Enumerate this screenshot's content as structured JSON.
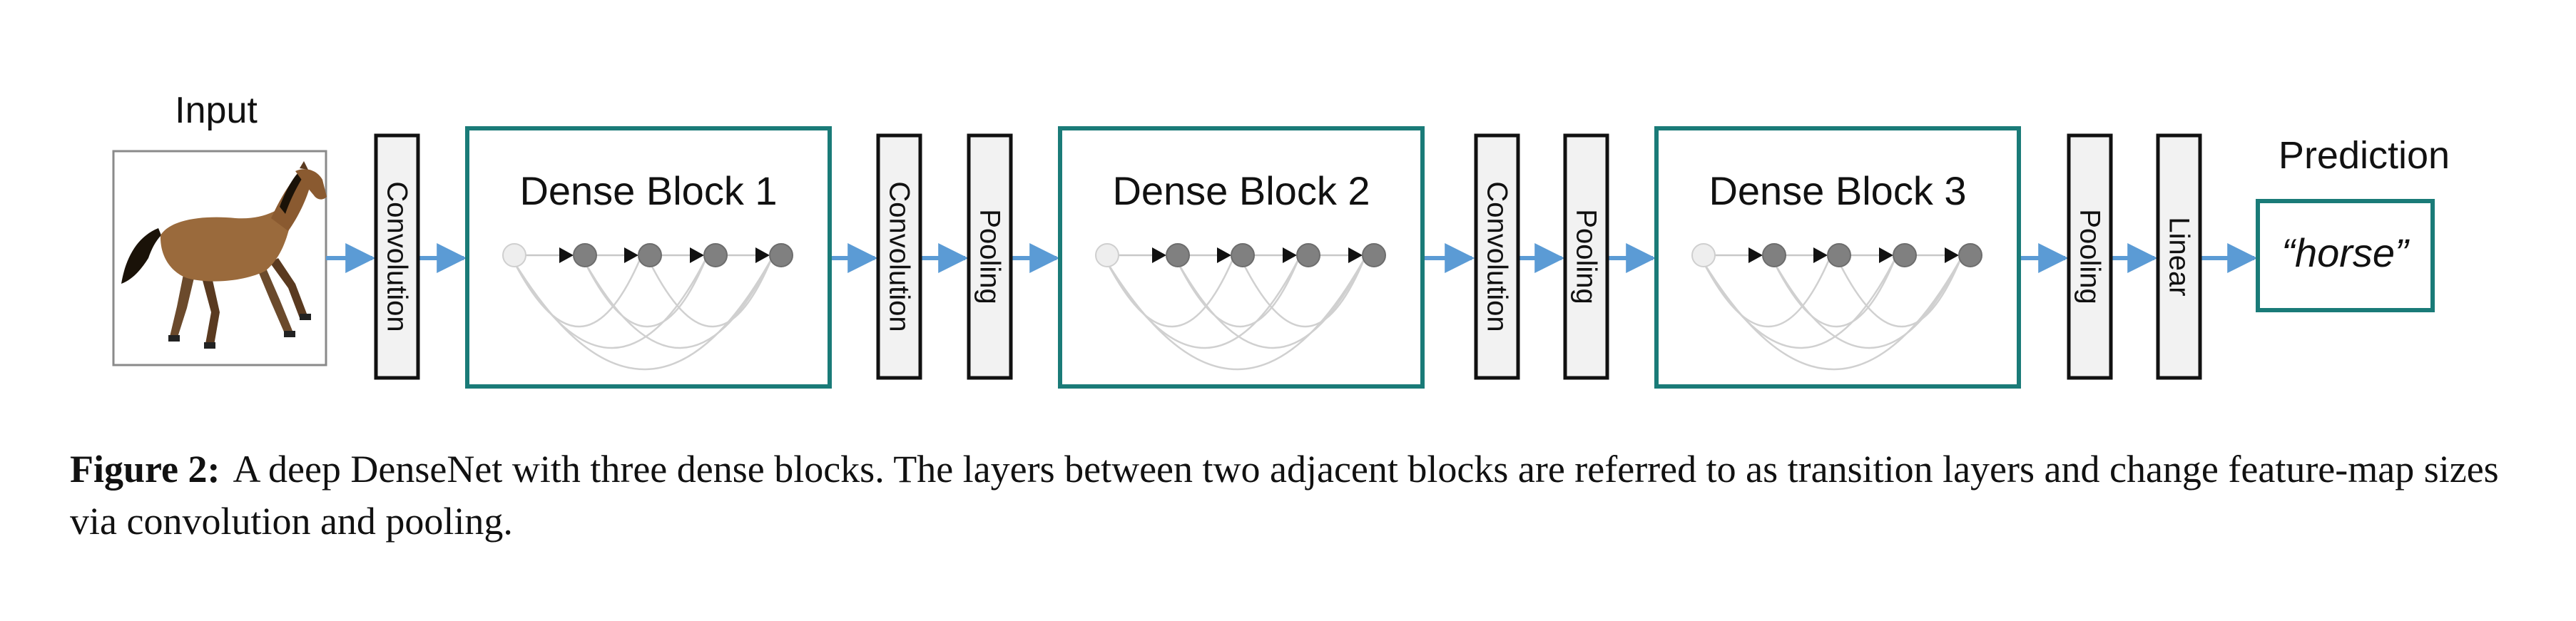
{
  "diagram": {
    "input_label": "Input",
    "prediction_label": "Prediction",
    "prediction_value": "“horse”",
    "image_subject": "horse",
    "layers": {
      "conv1": "Convolution",
      "conv2": "Convolution",
      "pool2": "Pooling",
      "conv3": "Convolution",
      "pool3": "Pooling",
      "pool4": "Pooling",
      "linear": "Linear"
    },
    "blocks": [
      {
        "title": "Dense Block 1"
      },
      {
        "title": "Dense Block 2"
      },
      {
        "title": "Dense Block 3"
      }
    ],
    "colors": {
      "block_border": "#1a7b78",
      "arrow": "#5b9bd5",
      "layer_fill": "#f2f2f2",
      "node_fill": "#808080",
      "node_first": "#eeeeee",
      "curve": "#d0d0d0"
    }
  },
  "caption": {
    "label": "Figure 2:",
    "text": "A deep DenseNet with three dense blocks. The layers between two adjacent blocks are referred to as transition layers and change feature-map sizes via convolution and pooling."
  }
}
